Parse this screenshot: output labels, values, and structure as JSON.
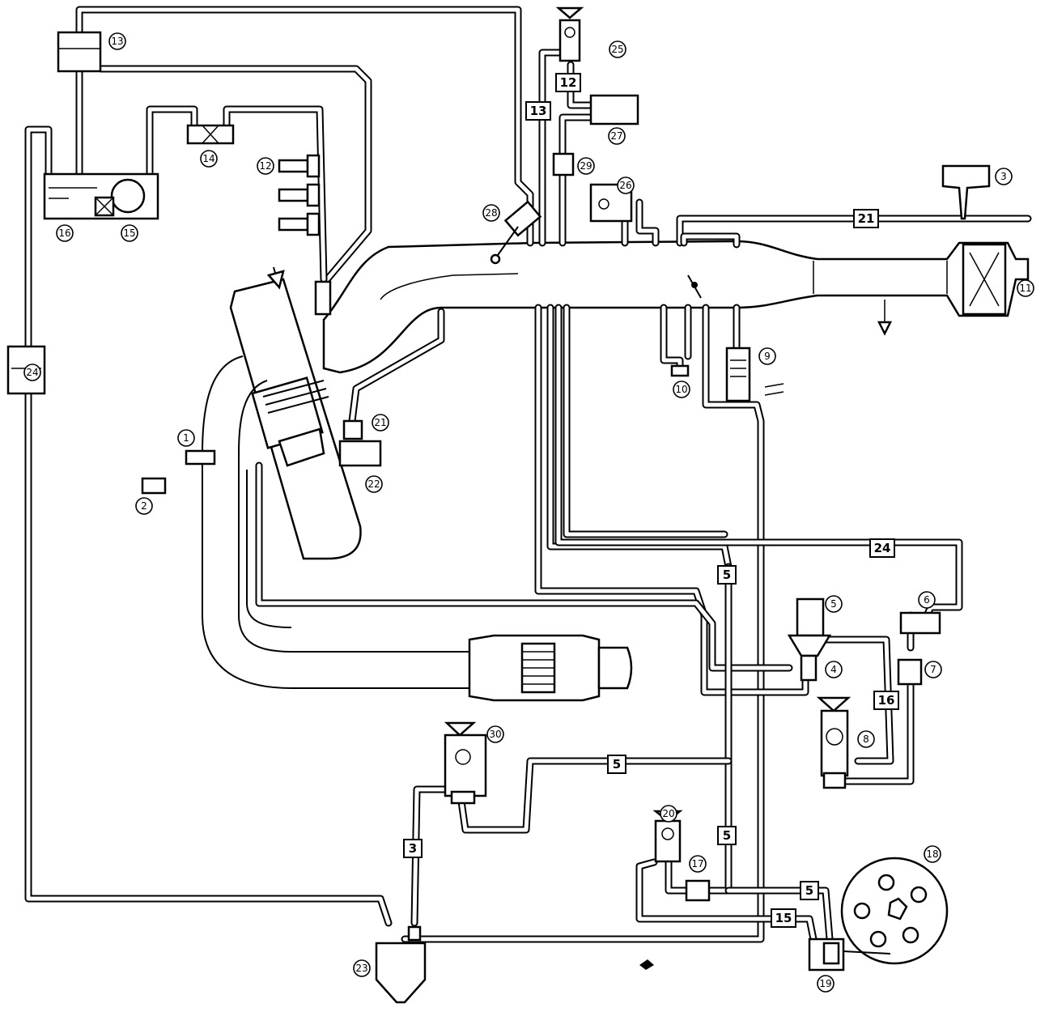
{
  "callouts": [
    {
      "label": "1"
    },
    {
      "label": "2"
    },
    {
      "label": "3"
    },
    {
      "label": "4"
    },
    {
      "label": "5"
    },
    {
      "label": "6"
    },
    {
      "label": "7"
    },
    {
      "label": "8"
    },
    {
      "label": "9"
    },
    {
      "label": "10"
    },
    {
      "label": "11"
    },
    {
      "label": "12"
    },
    {
      "label": "13"
    },
    {
      "label": "14"
    },
    {
      "label": "15"
    },
    {
      "label": "16"
    },
    {
      "label": "17"
    },
    {
      "label": "18"
    },
    {
      "label": "19"
    },
    {
      "label": "20"
    },
    {
      "label": "21"
    },
    {
      "label": "22"
    },
    {
      "label": "23"
    },
    {
      "label": "24"
    },
    {
      "label": "25"
    },
    {
      "label": "26"
    },
    {
      "label": "27"
    },
    {
      "label": "28"
    },
    {
      "label": "29"
    },
    {
      "label": "30"
    }
  ],
  "hose_labels": [
    {
      "label": "12"
    },
    {
      "label": "13"
    },
    {
      "label": "21"
    },
    {
      "label": "24"
    },
    {
      "label": "5"
    },
    {
      "label": "16"
    },
    {
      "label": "5"
    },
    {
      "label": "3"
    },
    {
      "label": "5"
    },
    {
      "label": "5"
    },
    {
      "label": "15"
    }
  ]
}
